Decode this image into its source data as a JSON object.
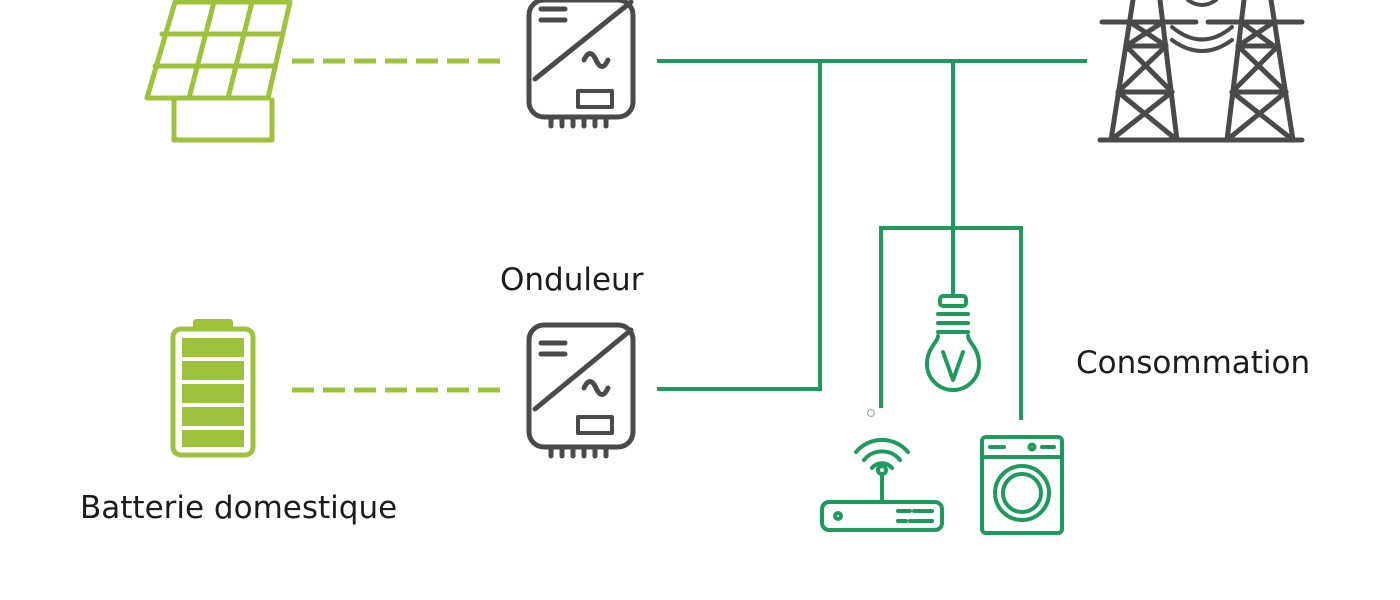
{
  "labels": {
    "inverter": "Onduleur",
    "battery": "Batterie domestique",
    "consumption": "Consommation"
  },
  "colors": {
    "lime": "#9cc33b",
    "green": "#1e9a5c",
    "device_gray": "#4a4a4a"
  },
  "icons": [
    "solar-panel-icon",
    "inverter-icon",
    "power-pylon-icon",
    "battery-icon",
    "light-bulb-icon",
    "wifi-router-icon",
    "washing-machine-icon"
  ]
}
